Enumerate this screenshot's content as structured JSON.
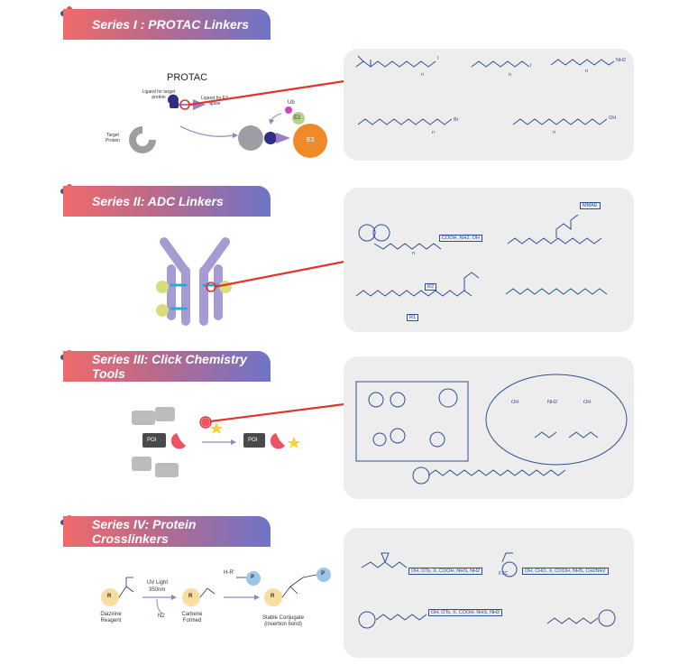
{
  "series": [
    {
      "title": "Series I : PROTAC Linkers"
    },
    {
      "title": "Series II: ADC Linkers"
    },
    {
      "title": "Series III: Click Chemistry Tools"
    },
    {
      "title": "Series IV: Protein Crosslinkers"
    }
  ],
  "protac": {
    "heading": "PROTAC",
    "ligand_target": "Ligand for target protein",
    "ligand_e3": "Ligand for E3 ligase",
    "target_protein": "Target Protein",
    "ub": "Ub",
    "e2": "E2",
    "e3": "E3",
    "chem": {
      "n": "n",
      "i": "I",
      "br": "Br",
      "nh2": "NH2",
      "oh": "OH"
    }
  },
  "adc": {
    "mmae": "MMAE",
    "groups": "COOH, NH2, OH",
    "r1": "R1",
    "r2": "R2",
    "n": "n"
  },
  "click": {
    "poi": "POI",
    "groups": {
      "oh": "OH",
      "nh2": "NH2"
    }
  },
  "crosslink": {
    "uv": "UV Light",
    "nm": "350nm",
    "n2": "N2",
    "r": "R",
    "hr": "H-R'",
    "p": "P",
    "diazirine": "Diazirine Reagent",
    "carbene": "Carbene Formed",
    "stable": "Stable Conjugate (insertion bond)",
    "box1": "OH, OTs, X, COOH, NHS, NH2",
    "box2": "OH, CHO, X, COOH, NHS, CH2NH2",
    "box3": "OH, OTs, X, COOH, NHS, NH2",
    "cf3": "F3C"
  },
  "colors": {
    "accent_red": "#e0342c",
    "struct_blue": "#2d4f97",
    "panel_gray": "#ededed"
  }
}
